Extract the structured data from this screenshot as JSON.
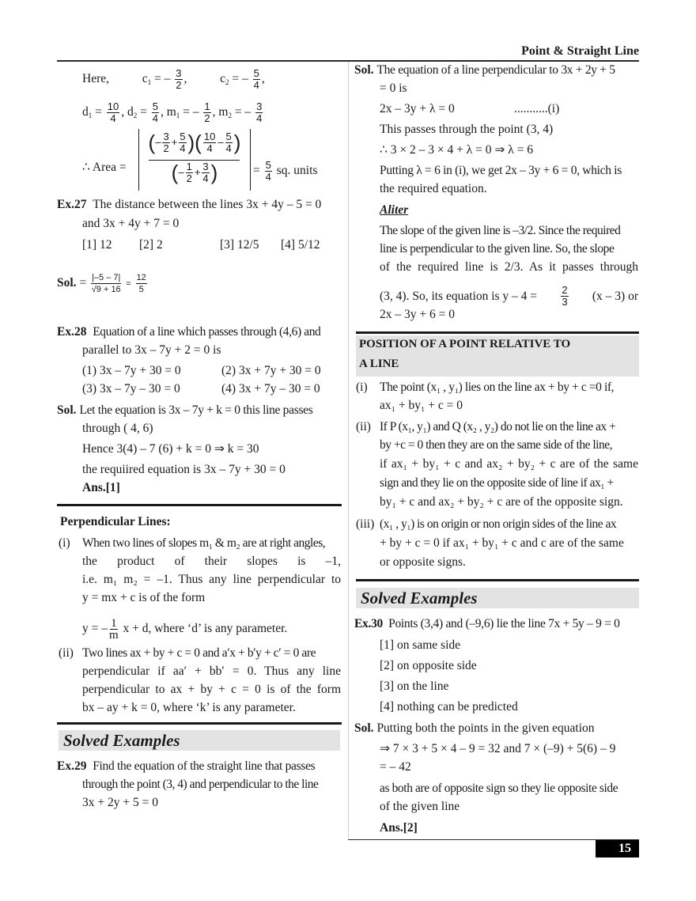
{
  "header": {
    "title": "Point & Straight Line"
  },
  "footer": {
    "page_number": "15"
  },
  "left": {
    "here": {
      "label": "Here,",
      "c1": "c",
      "c1_sub": "1",
      "c1_eq": "= –",
      "c1_num": "3",
      "c1_den": "2",
      "c2": "c",
      "c2_sub": "2",
      "c2_eq": "= –",
      "c2_num": "5",
      "c2_den": "4"
    },
    "dm": {
      "d1_num": "10",
      "d1_den": "4",
      "d2_num": "5",
      "d2_den": "4",
      "m1_num": "1",
      "m1_den": "2",
      "m2_num": "3",
      "m2_den": "4"
    },
    "area": {
      "label": "∴  Area =",
      "numerator": "(−3/2 + 5/4)(10/4 − 5/4)",
      "denominator": "(−1/2 + 3/4)",
      "result_num": "5",
      "result_den": "4",
      "units": "sq. units"
    },
    "ex27": {
      "label": "Ex.27",
      "question_line1": "The distance between the lines 3x + 4y – 5 = 0",
      "question_line2": "and 3x + 4y + 7 = 0",
      "options": [
        "[1] 12",
        "[2] 2",
        "[3] 12/5",
        "[4] 5/12"
      ],
      "sol_label": "Sol.",
      "sol_num": "|–5 – 7|",
      "sol_den": "√9 + 16",
      "sol_result_num": "12",
      "sol_result_den": "5"
    },
    "ex28": {
      "label": "Ex.28",
      "question_line1": "Equation of a line which passes through (4,6) and",
      "question_line2": "parallel to 3x – 7y + 2 = 0 is",
      "options": [
        "(1) 3x – 7y + 30 = 0",
        "(2) 3x + 7y + 30 = 0",
        "(3) 3x – 7y – 30 = 0",
        "(4) 3x + 7y – 30 = 0"
      ],
      "sol_label": "Sol.",
      "sol_line1": "Let the equation is 3x – 7y + k = 0 this line passes",
      "sol_line2": "through ( 4, 6)",
      "sol_line3": "Hence 3(4) – 7 (6) + k = 0 ⇒ k = 30",
      "sol_line4": "the requiired equation is 3x – 7y + 30 = 0",
      "answer": "Ans.[1]"
    },
    "perpendicular": {
      "heading": "Perpendicular Lines:",
      "i_marker": "(i)",
      "i_line1": "When two lines of slopes m₁ & m₂ are at right angles,",
      "i_line2": "the product of their slopes is –1,",
      "i_line3": "i.e. m₁ m₂ = –1. Thus any line perpendicular to",
      "i_line4": "y = mx + c is of the form",
      "i_formula_pre": "y = –",
      "i_formula_num": "1",
      "i_formula_den": "m",
      "i_formula_post": "x + d, where ‘d’ is any parameter.",
      "ii_marker": "(ii)",
      "ii_line1": "Two lines ax + by + c = 0 and a′x + b′y + c′ = 0 are",
      "ii_line2": "perpendicular if aa′ + bb′ = 0. Thus any line",
      "ii_line3": "perpendicular to ax + by + c = 0 is of the form",
      "ii_line4": "bx – ay + k = 0, where ‘k’ is any parameter."
    },
    "solved_examples": {
      "heading": "Solved Examples"
    },
    "ex29": {
      "label": "Ex.29",
      "line1": "Find the equation of the straight line that passes",
      "line2": "through the point (3, 4) and perpendicular to the line",
      "line3": "3x + 2y + 5 = 0"
    }
  },
  "right": {
    "ex29_sol": {
      "label": "Sol.",
      "line1": "The equation of a line perpendicular to 3x + 2y + 5",
      "line2": "= 0 is",
      "line3": "2x – 3y + λ = 0",
      "line3_tag": "...........(i)",
      "line4": "This passes through the point (3, 4)",
      "line5": "∴  3 × 2 – 3 × 4 + λ = 0 ⇒ λ = 6",
      "line6": "Putting λ = 6 in (i), we get 2x – 3y + 6 = 0, which is",
      "line7": "the required equation."
    },
    "aliter": {
      "heading": "Aliter",
      "line1": "The slope of the given line is –3/2. Since the required",
      "line2": "line is perpendicular to the given line. So, the slope",
      "line3": "of the required line is 2/3. As it passes through",
      "line4_pre": "(3, 4). So, its equation is y – 4 =",
      "line4_num": "2",
      "line4_den": "3",
      "line4_post": "(x – 3) or",
      "line5": "2x – 3y + 6 = 0"
    },
    "position": {
      "heading_line1": "POSITION OF A POINT RELATIVE TO",
      "heading_line2": "A LINE",
      "i_marker": "(i)",
      "i_line1": "The point (x₁ , y₁) lies on the line  ax + by + c =0 if,",
      "i_line2": "ax₁ + by₁ + c = 0",
      "ii_marker": "(ii)",
      "ii_line1": "If P (x₁, y₁) and Q (x₂ , y₂) do not lie on the line ax +",
      "ii_line2": "by +c = 0 then they are on the same side of the line,",
      "ii_line3": "if ax₁ + by₁ + c and ax₂ + by₂ + c are of the same",
      "ii_line4": "sign and they lie on the opposite side of line if ax₁ +",
      "ii_line5": "by₁ + c and ax₂ + by₂ + c are of the opposite sign.",
      "iii_marker": "(iii)",
      "iii_line1": "(x₁ , y₁) is on origin or non origin sides of the line ax",
      "iii_line2": "+ by + c = 0 if ax₁ + by₁ + c and c are of the same",
      "iii_line3": "or opposite signs."
    },
    "solved_examples": {
      "heading": "Solved Examples"
    },
    "ex30": {
      "label": "Ex.30",
      "question": "Points (3,4) and (–9,6) lie the line 7x + 5y – 9 = 0",
      "options": [
        "[1] on same side",
        "[2] on opposite side",
        "[3] on the line",
        "[4] nothing can be predicted"
      ],
      "sol_label": "Sol.",
      "sol_line1": "Putting both the points in the given equation",
      "sol_line2": "⇒  7 × 3 + 5 × 4 – 9 = 32  and 7 × (–9) + 5(6) – 9",
      "sol_line3": "= – 42",
      "sol_line4": "as both are of opposite sign so they lie opposite side",
      "sol_line5": "of the given line",
      "answer": "Ans.[2]"
    }
  },
  "colors": {
    "band_bg": "#e3e3e3",
    "text": "#1a1a1a",
    "page_num_bg": "#000000"
  }
}
